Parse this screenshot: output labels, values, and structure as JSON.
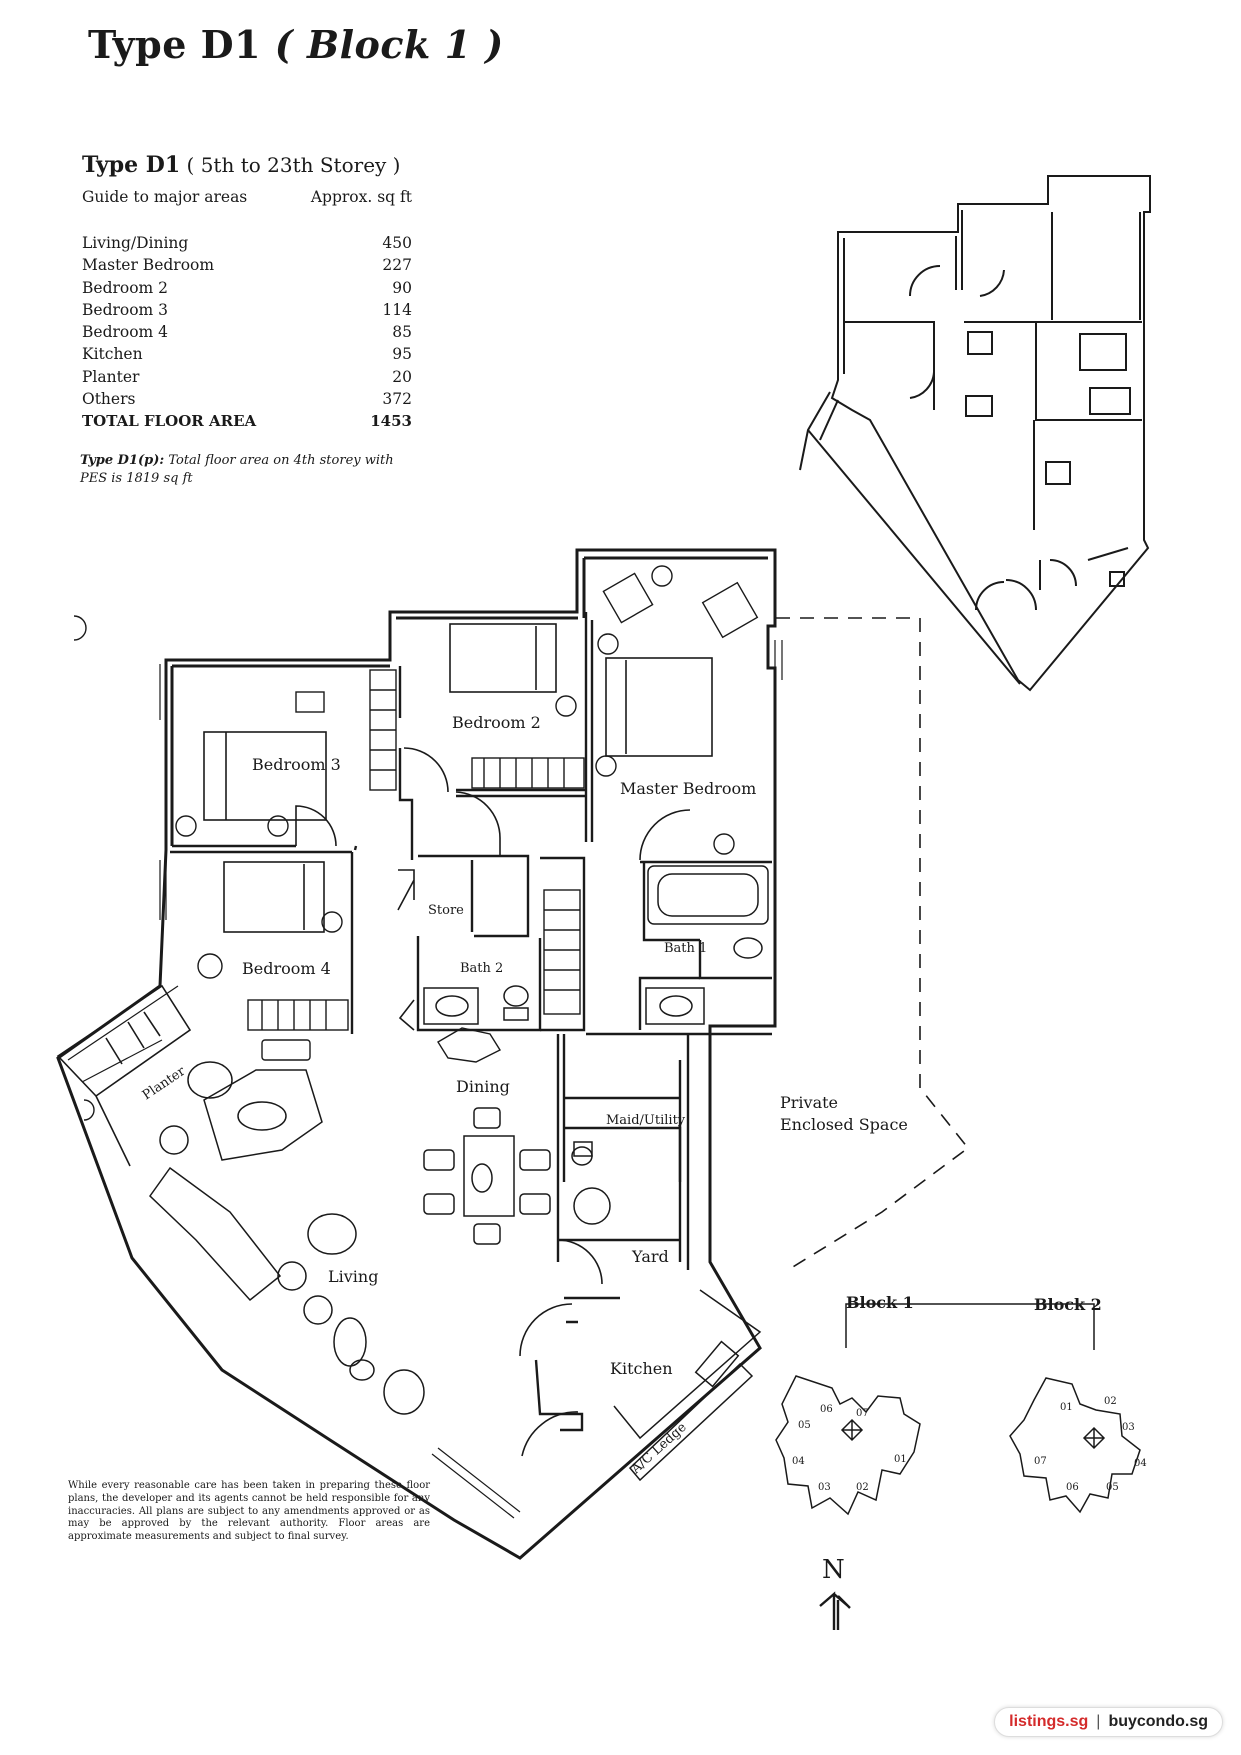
{
  "title": {
    "type": "Type D1",
    "block": "( Block 1 )"
  },
  "area_guide": {
    "heading_type": "Type D1",
    "heading_storey": "( 5th to 23th Storey )",
    "col_left": "Guide to major areas",
    "col_right": "Approx. sq  ft",
    "rows": [
      {
        "name": "Living/Dining",
        "value": "450"
      },
      {
        "name": "Master Bedroom",
        "value": "227"
      },
      {
        "name": "Bedroom 2",
        "value": "90"
      },
      {
        "name": "Bedroom 3",
        "value": "114"
      },
      {
        "name": "Bedroom 4",
        "value": "85"
      },
      {
        "name": "Kitchen",
        "value": "95"
      },
      {
        "name": "Planter",
        "value": "20"
      },
      {
        "name": "Others",
        "value": "372"
      }
    ],
    "total_label": "TOTAL FLOOR AREA",
    "total_value": "1453"
  },
  "note": {
    "label": "Type D1(p):",
    "text": "Total floor area on  4th storey with PES is 1819 sq ft"
  },
  "rooms": {
    "bedroom2": "Bedroom 2",
    "bedroom3": "Bedroom 3",
    "bedroom4": "Bedroom 4",
    "master": "Master Bedroom",
    "store": "Store",
    "bath1": "Bath 1",
    "bath2": "Bath 2",
    "dining": "Dining",
    "living": "Living",
    "planter": "Planter",
    "maid": "Maid/Utility",
    "yard": "Yard",
    "kitchen": "Kitchen",
    "ac_ledge": "A/C Ledge",
    "pes_line1": "Private",
    "pes_line2": "Enclosed Space"
  },
  "key_plan": {
    "block1": "Block 1",
    "block2": "Block 2",
    "block1_units": [
      "06",
      "07",
      "05",
      "04",
      "03",
      "02",
      "01"
    ],
    "block2_units": [
      "01",
      "02",
      "03",
      "04",
      "05",
      "06",
      "07"
    ]
  },
  "north": "N",
  "disclaimer": "While every reasonable care has been taken in preparing these floor plans, the developer and its agents cannot be held responsible for any inaccuracies. All plans are subject to any amendments approved or as may be approved by the relevant authority. Floor areas are approximate measurements and subject to final survey.",
  "watermark": {
    "left": "listings.sg",
    "sep": "|",
    "right": "buycondo.sg"
  },
  "colors": {
    "ink": "#1a1a1a",
    "brand_red": "#d42b2b"
  }
}
